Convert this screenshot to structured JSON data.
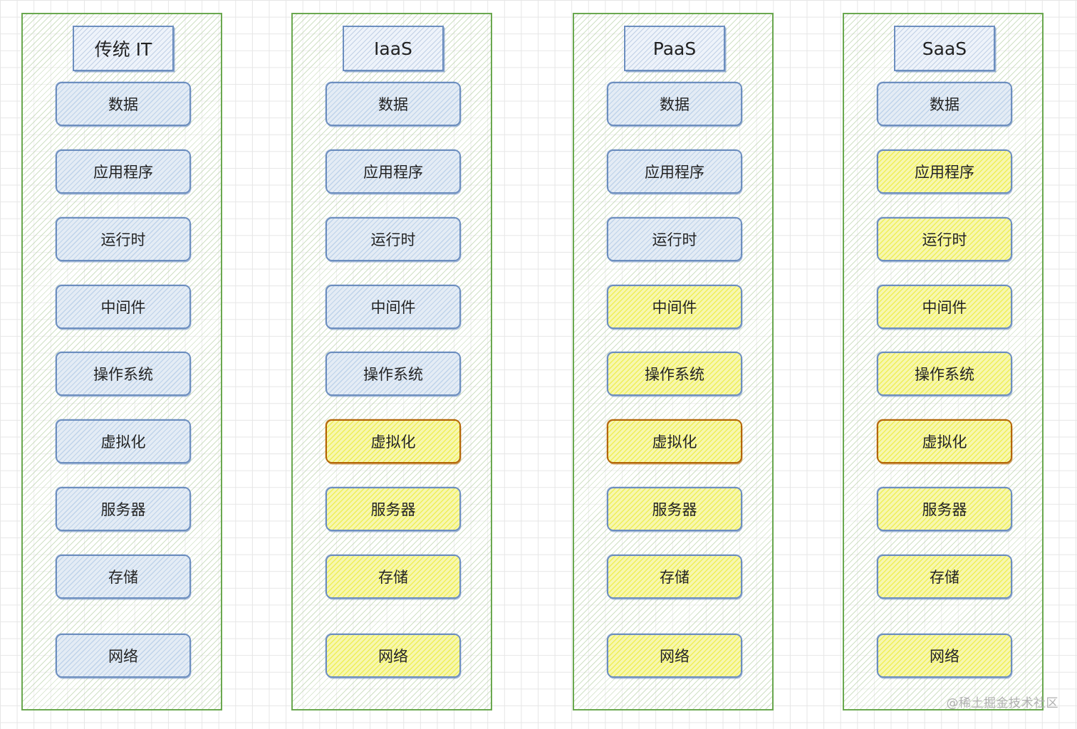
{
  "colors": {
    "column_border": "#6aa84f",
    "user_managed_fill": "#dae8fc",
    "user_managed_border": "#6c8ebf",
    "provider_managed_fill": "#ffff88",
    "virtualization_border": "#b46504"
  },
  "columns": [
    {
      "title": "传统 IT",
      "layers": [
        {
          "label": "数据",
          "managed": "user",
          "highlight": false
        },
        {
          "label": "应用程序",
          "managed": "user",
          "highlight": false
        },
        {
          "label": "运行时",
          "managed": "user",
          "highlight": false
        },
        {
          "label": "中间件",
          "managed": "user",
          "highlight": false
        },
        {
          "label": "操作系统",
          "managed": "user",
          "highlight": false
        },
        {
          "label": "虚拟化",
          "managed": "user",
          "highlight": false
        },
        {
          "label": "服务器",
          "managed": "user",
          "highlight": false
        },
        {
          "label": "存储",
          "managed": "user",
          "highlight": false
        },
        {
          "label": "网络",
          "managed": "user",
          "highlight": false
        }
      ]
    },
    {
      "title": "IaaS",
      "layers": [
        {
          "label": "数据",
          "managed": "user",
          "highlight": false
        },
        {
          "label": "应用程序",
          "managed": "user",
          "highlight": false
        },
        {
          "label": "运行时",
          "managed": "user",
          "highlight": false
        },
        {
          "label": "中间件",
          "managed": "user",
          "highlight": false
        },
        {
          "label": "操作系统",
          "managed": "user",
          "highlight": false
        },
        {
          "label": "虚拟化",
          "managed": "provider",
          "highlight": true
        },
        {
          "label": "服务器",
          "managed": "provider",
          "highlight": false
        },
        {
          "label": "存储",
          "managed": "provider",
          "highlight": false
        },
        {
          "label": "网络",
          "managed": "provider",
          "highlight": false
        }
      ]
    },
    {
      "title": "PaaS",
      "layers": [
        {
          "label": "数据",
          "managed": "user",
          "highlight": false
        },
        {
          "label": "应用程序",
          "managed": "user",
          "highlight": false
        },
        {
          "label": "运行时",
          "managed": "user",
          "highlight": false
        },
        {
          "label": "中间件",
          "managed": "provider",
          "highlight": false
        },
        {
          "label": "操作系统",
          "managed": "provider",
          "highlight": false
        },
        {
          "label": "虚拟化",
          "managed": "provider",
          "highlight": true
        },
        {
          "label": "服务器",
          "managed": "provider",
          "highlight": false
        },
        {
          "label": "存储",
          "managed": "provider",
          "highlight": false
        },
        {
          "label": "网络",
          "managed": "provider",
          "highlight": false
        }
      ]
    },
    {
      "title": "SaaS",
      "layers": [
        {
          "label": "数据",
          "managed": "user",
          "highlight": false
        },
        {
          "label": "应用程序",
          "managed": "provider",
          "highlight": false
        },
        {
          "label": "运行时",
          "managed": "provider",
          "highlight": false
        },
        {
          "label": "中间件",
          "managed": "provider",
          "highlight": false
        },
        {
          "label": "操作系统",
          "managed": "provider",
          "highlight": false
        },
        {
          "label": "虚拟化",
          "managed": "provider",
          "highlight": true
        },
        {
          "label": "服务器",
          "managed": "provider",
          "highlight": false
        },
        {
          "label": "存储",
          "managed": "provider",
          "highlight": false
        },
        {
          "label": "网络",
          "managed": "provider",
          "highlight": false
        }
      ]
    }
  ],
  "watermark": "@稀土掘金技术社区"
}
